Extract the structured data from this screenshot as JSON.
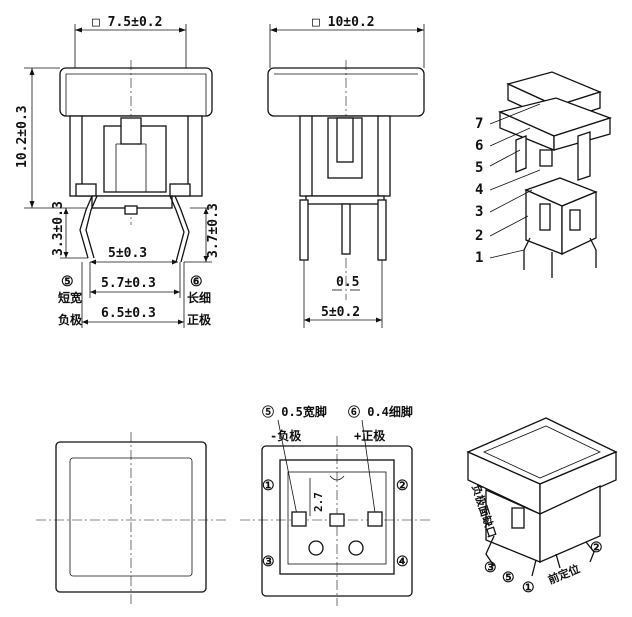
{
  "front_view": {
    "width_dim": "□ 7.5±0.2",
    "height_dim": "10.2±0.3",
    "left_lead_dim": "3.3±0.3",
    "right_lead_dim": "3.7±0.3",
    "inner_pitch": "5±0.3",
    "mid_pitch": "5.7±0.3",
    "outer_pitch": "6.5±0.3",
    "left_pin_no": "⑤",
    "left_pin_line1": "短宽",
    "left_pin_line2": "负极",
    "right_pin_no": "⑥",
    "right_pin_line1": "长细",
    "right_pin_line2": "正极"
  },
  "side_view": {
    "width_dim": "□ 10±0.2",
    "pin_width": "0.5",
    "pin_pitch": "5±0.2"
  },
  "exploded_view": {
    "part_numbers": [
      "7",
      "6",
      "5",
      "4",
      "3",
      "2",
      "1"
    ]
  },
  "bottom_view": {
    "pin5_note": "⑤ 0.5宽脚",
    "pin6_note": "⑥ 0.4细脚",
    "neg_label": "-负极",
    "pos_label": "+正极",
    "inner_dim": "2.7",
    "corner_pins": [
      "①",
      "②",
      "③",
      "④"
    ]
  },
  "iso_view": {
    "side_text": "负极面缺口",
    "bottom_text": "前定位",
    "pin_marks": [
      "③",
      "⑤",
      "①",
      "②"
    ]
  }
}
